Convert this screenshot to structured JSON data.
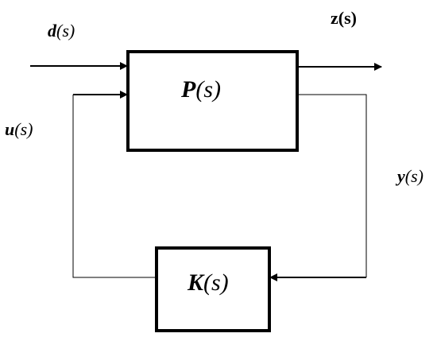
{
  "blocks": {
    "plant": {
      "symbol": "P",
      "arg": "(s)"
    },
    "controller": {
      "symbol": "K",
      "arg": "(s)"
    }
  },
  "signals": {
    "disturbance": {
      "symbol": "d",
      "arg": "(s)"
    },
    "performance": {
      "text": "z(s)"
    },
    "control": {
      "symbol": "u",
      "arg": "(s)"
    },
    "measurement": {
      "symbol": "y",
      "arg": "(s)"
    }
  }
}
